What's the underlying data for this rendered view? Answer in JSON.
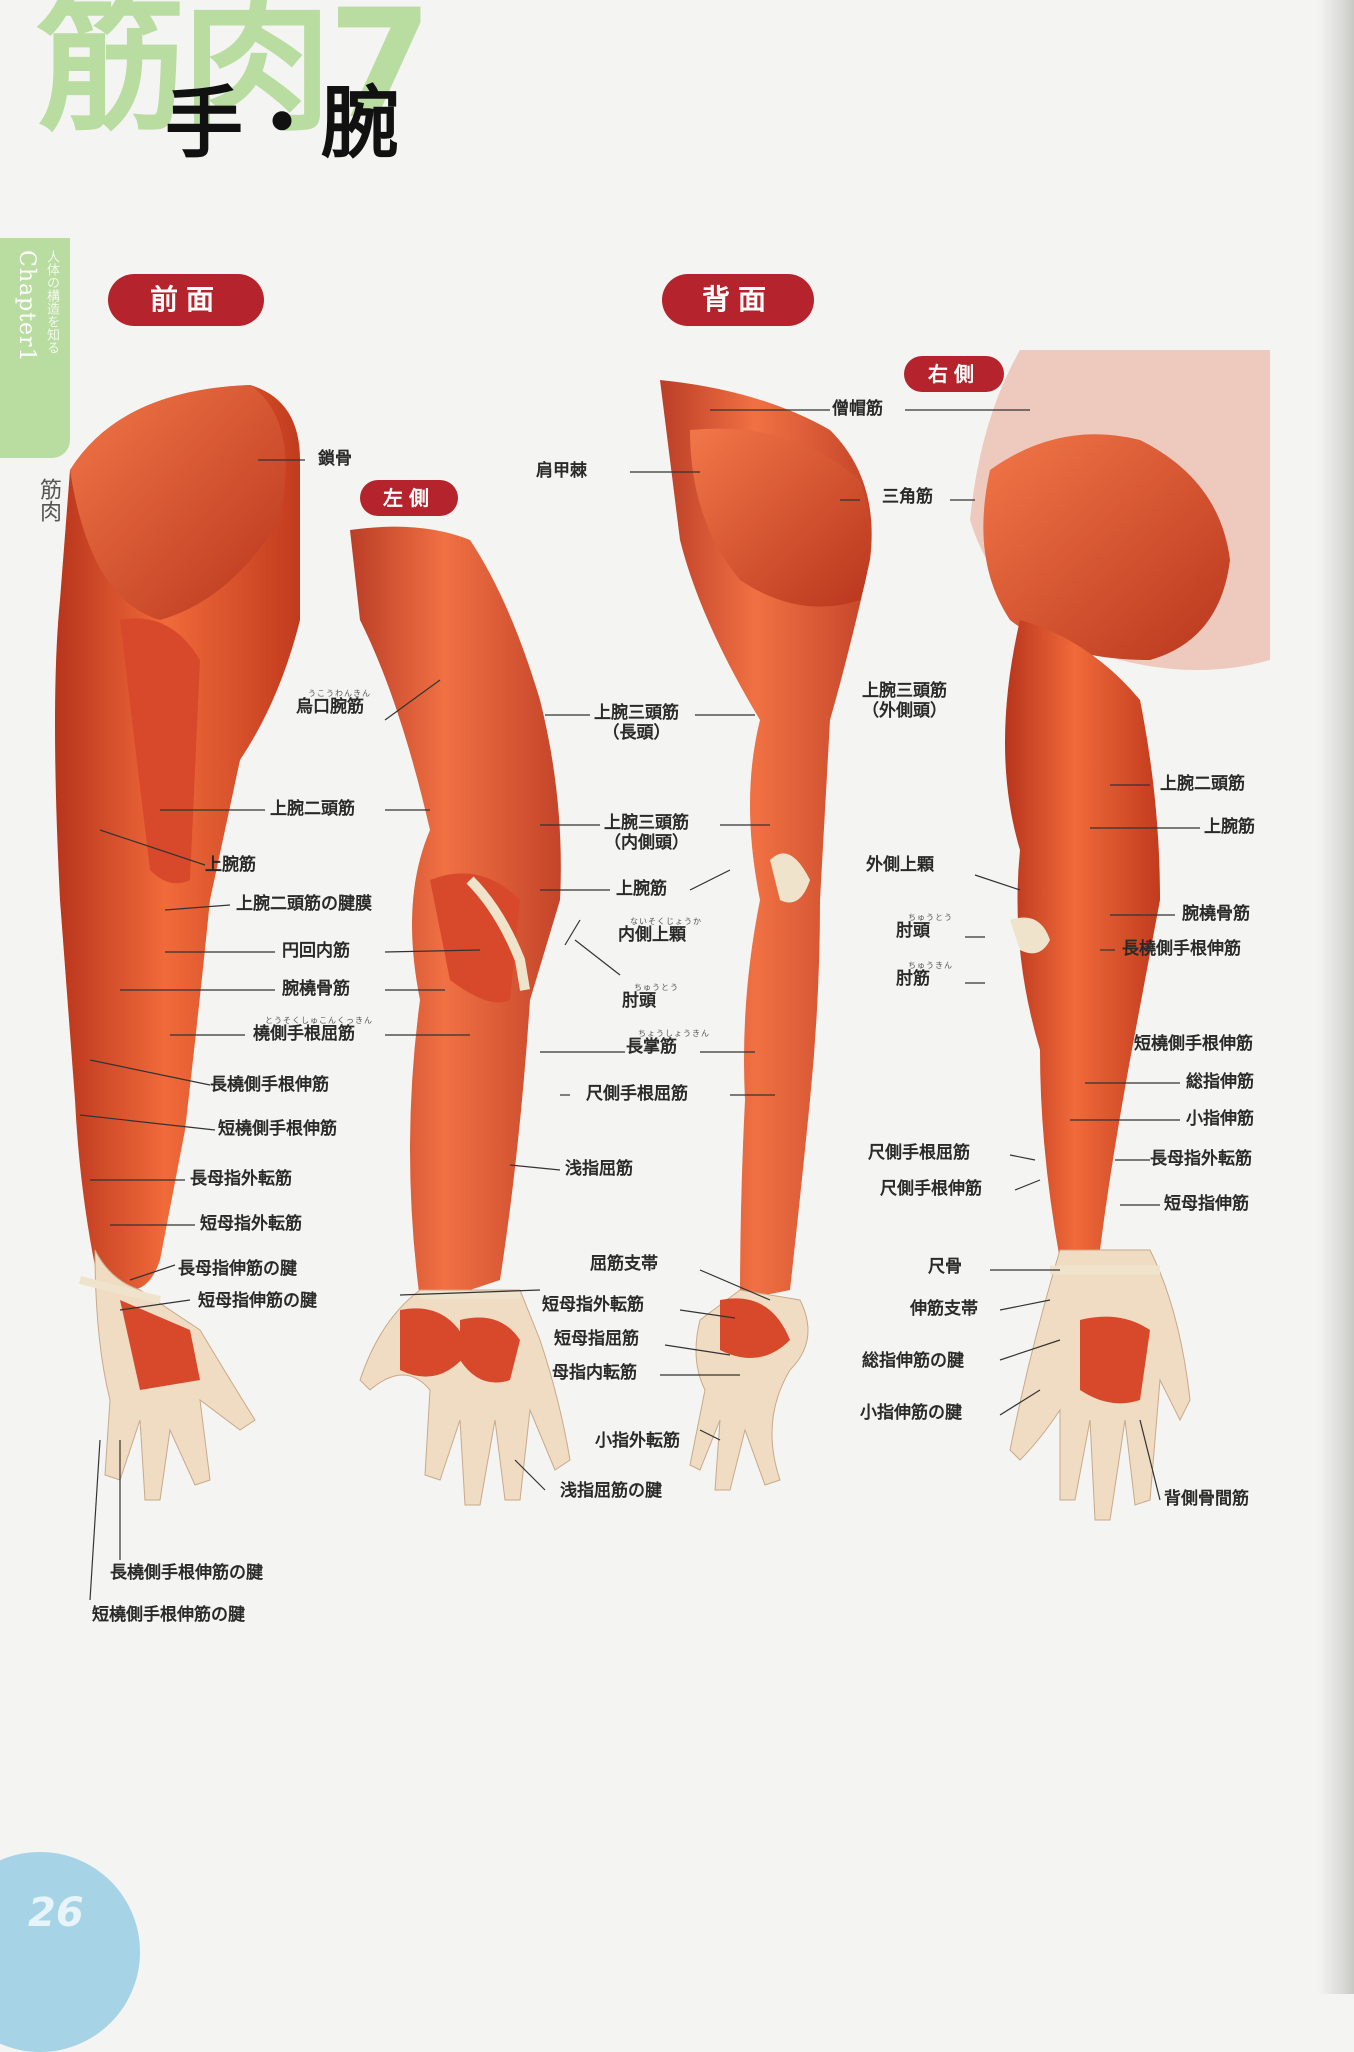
{
  "header": {
    "title_big": "筋肉7",
    "title": "手・腕"
  },
  "chapter": {
    "tab": "Chapter1",
    "subtitle": "人体の構造を知る",
    "name": "筋肉"
  },
  "sections": {
    "front": "前面",
    "back": "背面",
    "left_side": "左側",
    "right_side": "右側"
  },
  "labels": {
    "sakotsu": "鎖骨",
    "ukouwankin_ruby": "うこうわんきん",
    "ukouwankin": "烏口腕筋",
    "biceps_front": "上腕二頭筋",
    "brachialis_front": "上腕筋",
    "bicipital_aponeurosis": "上腕二頭筋の腱膜",
    "pronator_teres": "円回内筋",
    "brachioradialis_front": "腕橈骨筋",
    "fcr_ruby": "とうそくしゅこんくっきん",
    "fcr": "橈側手根屈筋",
    "ecrl_front": "長橈側手根伸筋",
    "ecrb_front": "短橈側手根伸筋",
    "apl_front": "長母指外転筋",
    "apb_front": "短母指外転筋",
    "epl_tendon": "長母指伸筋の腱",
    "epb_tendon": "短母指伸筋の腱",
    "ecrl_tendon": "長橈側手根伸筋の腱",
    "ecrb_tendon": "短橈側手根伸筋の腱",
    "scapular_spine": "肩甲棘",
    "trapezius": "僧帽筋",
    "deltoid": "三角筋",
    "triceps_long": "上腕三頭筋",
    "triceps_long_sub": "（長頭）",
    "triceps_lateral": "上腕三頭筋",
    "triceps_lateral_sub": "（外側頭）",
    "triceps_medial": "上腕三頭筋",
    "triceps_medial_sub": "（内側頭）",
    "brachialis_mid": "上腕筋",
    "medial_epicondyle_ruby": "ないそくじょうか",
    "medial_epicondyle": "内側上顆",
    "olecranon_left_ruby": "ちゅうとう",
    "olecranon_left": "肘頭",
    "lateral_epicondyle": "外側上顆",
    "olecranon_right_ruby": "ちゅうとう",
    "olecranon_right": "肘頭",
    "anconeus_ruby": "ちゅうきん",
    "anconeus": "肘筋",
    "palmaris_longus_ruby": "ちょうしょうきん",
    "palmaris_longus": "長掌筋",
    "fcu_left": "尺側手根屈筋",
    "fds": "浅指屈筋",
    "flexor_retinaculum": "屈筋支帯",
    "apb_left": "短母指外転筋",
    "fpb": "短母指屈筋",
    "adductor_pollicis": "母指内転筋",
    "adm": "小指外転筋",
    "fds_tendon": "浅指屈筋の腱",
    "fcu_right": "尺側手根屈筋",
    "ecu": "尺側手根伸筋",
    "ulna": "尺骨",
    "extensor_retinaculum": "伸筋支帯",
    "ed_tendon": "総指伸筋の腱",
    "edm_tendon": "小指伸筋の腱",
    "biceps_right": "上腕二頭筋",
    "brachialis_right": "上腕筋",
    "brachioradialis_right": "腕橈骨筋",
    "ecrl_right": "長橈側手根伸筋",
    "ecrb_right": "短橈側手根伸筋",
    "ed": "総指伸筋",
    "edm": "小指伸筋",
    "apl_right": "長母指外転筋",
    "epb_right": "短母指伸筋",
    "dorsal_interossei": "背側骨間筋"
  },
  "page_number": "26",
  "colors": {
    "muscle": "#e2502c",
    "muscle_dark": "#b8341c",
    "tendon": "#efe3cc",
    "pill": "#b5242c",
    "title_green": "#b9dca0",
    "page_circle": "#a7d3e6"
  }
}
